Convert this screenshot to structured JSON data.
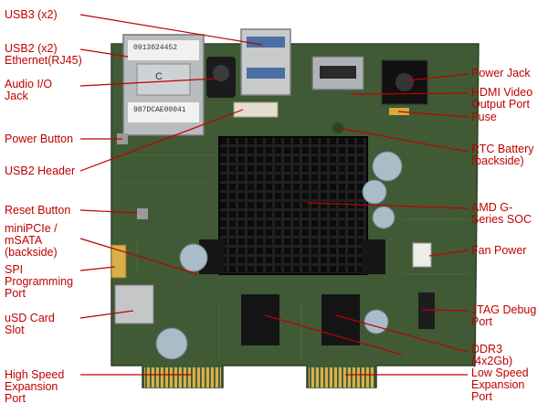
{
  "labels": {
    "usb3": "USB3 (x2)",
    "usb2_ethernet": "USB2 (x2)\nEthernet(RJ45)",
    "audio": "Audio I/O\nJack",
    "power_button": "Power Button",
    "usb2_header": "USB2 Header",
    "reset_button": "Reset Button",
    "minipcie": "miniPCIe /\nmSATA\n(backside)",
    "spi": "SPI\nProgramming\nPort",
    "usd": "uSD Card\nSlot",
    "high_speed": "High Speed\nExpansion\nPort",
    "power_jack": "Power Jack",
    "hdmi": "HDMI Video\nOutput Port",
    "fuse": "Fuse",
    "rtc": "RTC Battery\n(backside)",
    "soc": "AMD G-\nSeries  SOC",
    "fan": "Fan Power",
    "jtag": "JTAG Debug\nPort",
    "ddr3": "DDR3\n(4x2Gb)",
    "low_speed": "Low Speed\nExpansion\nPort"
  },
  "board_text": {
    "sticker_top": "0913024452",
    "sticker_bottom": "987DCAE00041",
    "sticker_mark": "C"
  },
  "colors": {
    "label": "#c00000",
    "pcb": "#3f5a35",
    "pcb_dark": "#2c4226",
    "heatsink": "#151515",
    "gold": "#d8b04a",
    "leader": "#c00000"
  }
}
